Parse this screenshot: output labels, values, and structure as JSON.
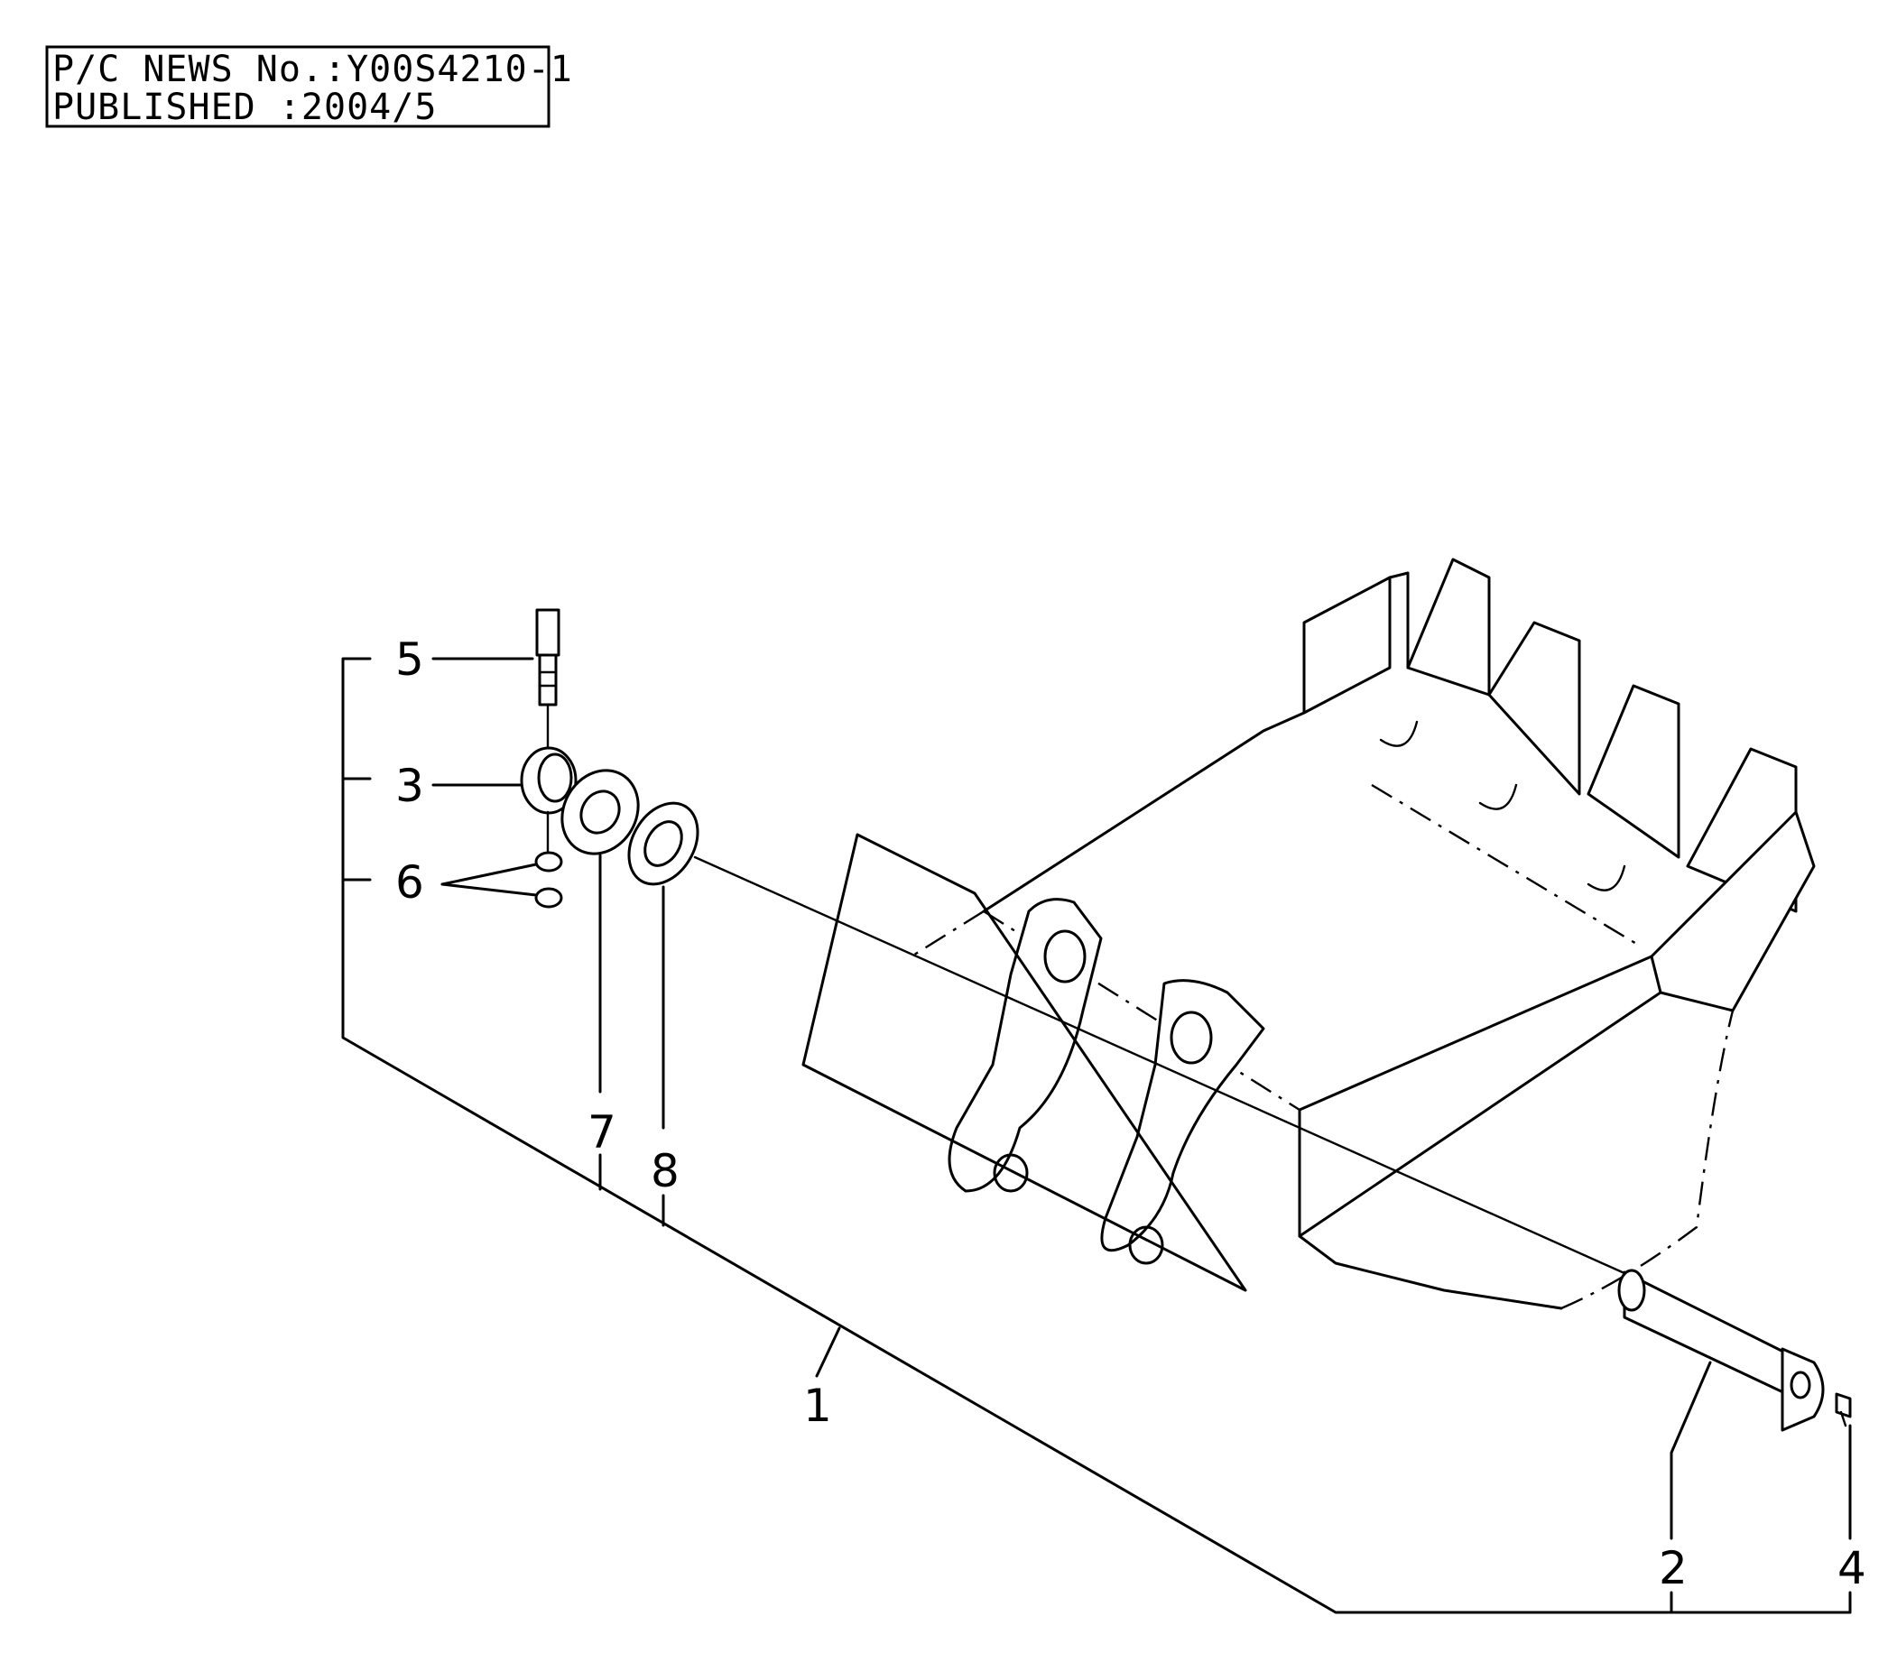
{
  "header": {
    "news_line": "P/C NEWS No.:Y00S4210-1",
    "published_line": "PUBLISHED :2004/5"
  },
  "callouts": {
    "c1": "1",
    "c2": "2",
    "c3": "3",
    "c4": "4",
    "c5": "5",
    "c6": "6",
    "c7": "7",
    "c8": "8"
  }
}
